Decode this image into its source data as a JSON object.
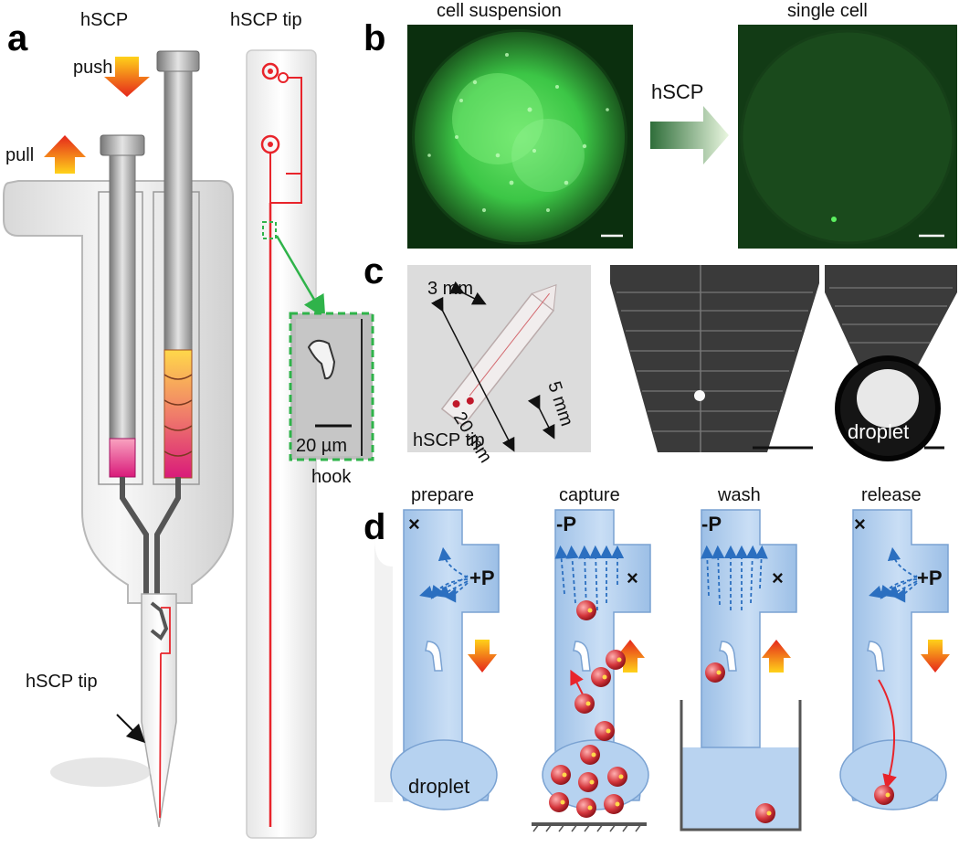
{
  "panels": {
    "a": "a",
    "b": "b",
    "c": "c",
    "d": "d"
  },
  "panel_a": {
    "title_left": "hSCP",
    "title_right": "hSCP tip",
    "push_label": "push",
    "pull_label": "pull",
    "tip_label": "hSCP tip",
    "inset_scale": "20 µm",
    "inset_label": "hook"
  },
  "panel_b": {
    "left_title": "cell suspension",
    "right_title": "single cell",
    "arrow_label": "hSCP"
  },
  "panel_c": {
    "dim_width": "3 mm",
    "dim_length": "20 mm",
    "dim_depth": "5 mm",
    "tip_label": "hSCP tip",
    "droplet_label": "droplet"
  },
  "panel_d": {
    "steps": [
      {
        "title": "prepare",
        "top_symbol": "×",
        "side_symbol": "+P",
        "arrow": "down",
        "bottom": "droplet"
      },
      {
        "title": "capture",
        "top_symbol": "-P",
        "side_symbol": "×",
        "arrow": "up",
        "bottom": ""
      },
      {
        "title": "wash",
        "top_symbol": "-P",
        "side_symbol": "×",
        "arrow": "up",
        "bottom": ""
      },
      {
        "title": "release",
        "top_symbol": "×",
        "side_symbol": "+P",
        "arrow": "down",
        "bottom": ""
      }
    ]
  },
  "colors": {
    "channel_red": "#e8242b",
    "fluor_green": "#3fd24a",
    "dark_green_bg": "#0e3a12",
    "chip_blue": "#a8c8ec",
    "flow_blue": "#2b6fc0",
    "arrow_orange": "#f39a1a"
  }
}
